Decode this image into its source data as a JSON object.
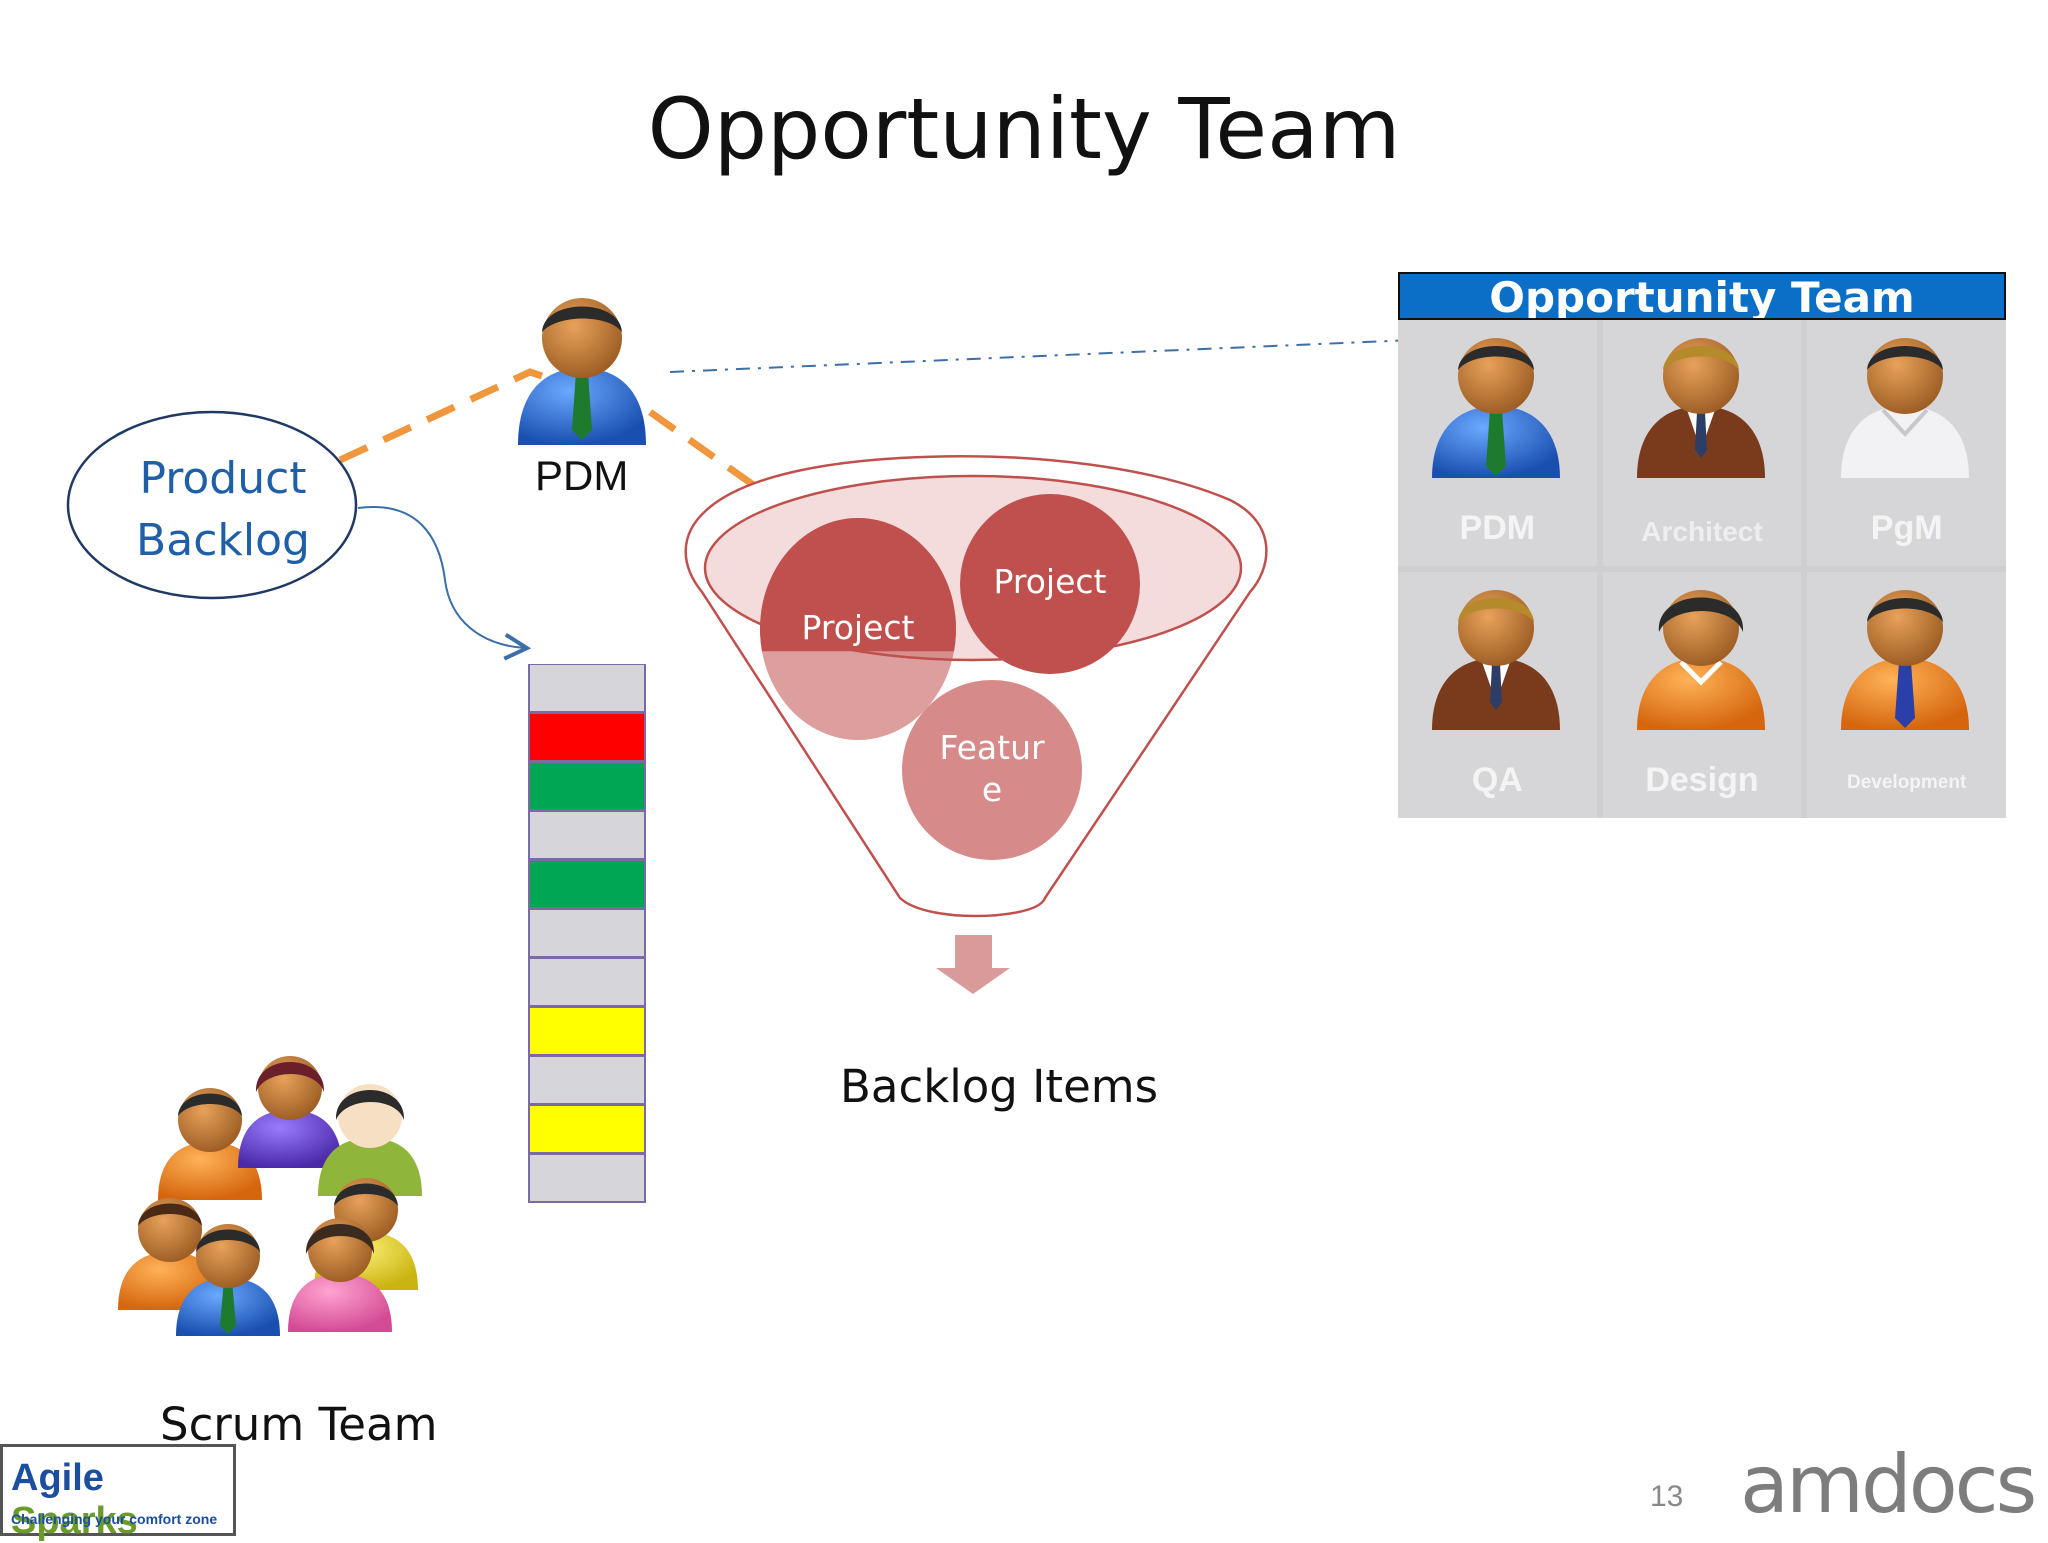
{
  "slide": {
    "title": "Opportunity Team",
    "page_number": "13"
  },
  "pdm": {
    "label": "PDM"
  },
  "product_backlog": {
    "line1": "Product",
    "line2": "Backlog"
  },
  "funnel": {
    "circles": [
      {
        "label_lines": [
          "Project"
        ]
      },
      {
        "label_lines": [
          "Project"
        ]
      },
      {
        "label_lines": [
          "Featur",
          "e"
        ]
      }
    ],
    "output_label": "Backlog Items"
  },
  "backlog_stack": {
    "cells": [
      "gray",
      "red",
      "green",
      "gray",
      "green",
      "gray",
      "gray",
      "yellow",
      "gray",
      "yellow",
      "gray"
    ],
    "colors": {
      "gray": "#d6d6da",
      "red": "#ff0000",
      "green": "#00a651",
      "yellow": "#ffff00"
    }
  },
  "scrum_team": {
    "label": "Scrum Team"
  },
  "opportunity_panel": {
    "header": "Opportunity Team",
    "roles": [
      {
        "label": "PDM",
        "icon": "person-blue-suit-icon"
      },
      {
        "label": "Architect",
        "icon": "person-brown-suit-icon"
      },
      {
        "label": "PgM",
        "icon": "person-white-shirt-icon"
      },
      {
        "label": "QA",
        "icon": "person-brown-suit-icon"
      },
      {
        "label": "Design",
        "icon": "person-orange-top-icon"
      },
      {
        "label": "Development",
        "icon": "person-orange-suit-icon"
      }
    ]
  },
  "logos": {
    "agile_sparks": {
      "word1": "Agile",
      "word2": "Sparks",
      "tagline": "Challenging your comfort zone"
    },
    "amdocs": "amdocs"
  },
  "colors": {
    "accent_orange": "#f0963c",
    "funnel_red": "#c0504d",
    "link_blue": "#1f5fa8",
    "panel_header": "#0c6fc7"
  }
}
